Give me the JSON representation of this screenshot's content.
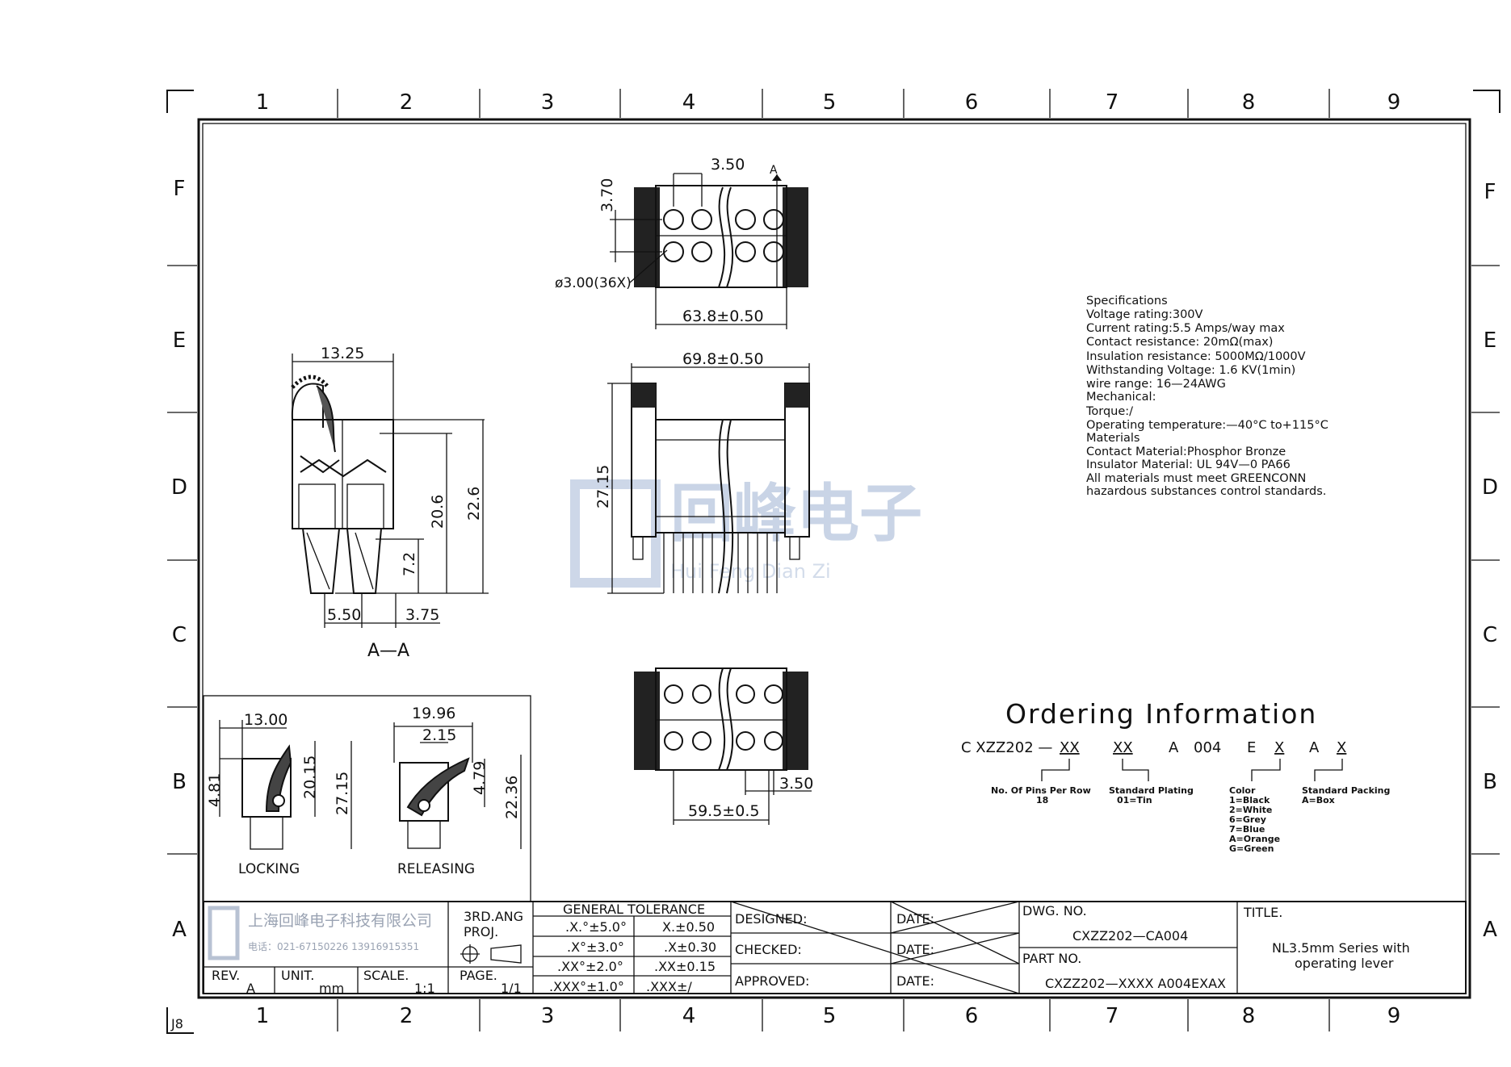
{
  "grid": {
    "columns": [
      "1",
      "2",
      "3",
      "4",
      "5",
      "6",
      "7",
      "8",
      "9"
    ],
    "rows": [
      "F",
      "E",
      "D",
      "C",
      "B",
      "A"
    ],
    "sheet_code": "J8"
  },
  "top_view": {
    "dim_pitch": "3.50",
    "dim_row_pitch": "3.70",
    "section_mark": "A",
    "dim_hole": "ø3.00(36X)",
    "dim_width": "63.8±0.50"
  },
  "front_view": {
    "dim_overall": "69.8±0.50",
    "dim_height": "27.15"
  },
  "bottom_view": {
    "dim_pitch": "3.50",
    "dim_width": "59.5±0.5"
  },
  "section_view": {
    "dim_width": "13.25",
    "dim_h1": "20.6",
    "dim_h2": "22.6",
    "dim_h3": "7.2",
    "dim_pin1": "5.50",
    "dim_pin2": "3.75",
    "label": "A—A"
  },
  "lever_views": {
    "locking": {
      "dim_w": "13.00",
      "dim_a": "4.81",
      "dim_b": "20.15",
      "dim_c": "27.15",
      "label": "LOCKING"
    },
    "releasing": {
      "dim_w": "19.96",
      "dim_w2": "2.15",
      "dim_a": "4.79",
      "dim_b": "22.36",
      "label": "RELEASING"
    }
  },
  "specs": [
    "Specifications",
    "Voltage rating:300V",
    "Current rating:5.5 Amps/way max",
    "Contact resistance: 20mΩ(max)",
    "Insulation resistance: 5000MΩ/1000V",
    "Withstanding Voltage: 1.6 KV(1min)",
    "wire range: 16—24AWG",
    "Mechanical:",
    "Torque:/",
    "Operating temperature:—40°C to+115°C",
    "Materials",
    "Contact Material:Phosphor Bronze",
    "Insulator Material: UL 94V—0 PA66",
    "All materials must meet GREENCONN",
    "hazardous substances control standards."
  ],
  "ordering": {
    "title": "Ordering Information",
    "code_parts": [
      "C XZZ202 —",
      "XX",
      "XX",
      "A",
      "004",
      "E",
      "X",
      "A",
      "X"
    ],
    "pins_label": "No. Of Pins Per Row",
    "pins_value": "18",
    "plating_label": "Standard Plating",
    "plating_value": "01=Tin",
    "color_label": "Color",
    "color_options": [
      "1=Black",
      "2=White",
      "6=Grey",
      "7=Blue",
      "A=Orange",
      "G=Green"
    ],
    "packing_label": "Standard Packing",
    "packing_value": "A=Box"
  },
  "watermark": {
    "text": "回峰电子",
    "romanized": "Hui Feng Dian Zi"
  },
  "title_block": {
    "company": "上海回峰电子科技有限公司",
    "phone": "电话：021-67150226 13916915351",
    "rev_label": "REV.",
    "rev_value": "A",
    "unit_label": "UNIT.",
    "unit_value": "mm",
    "scale_label": "SCALE.",
    "scale_value": "1:1",
    "proj_label1": "3RD.ANG",
    "proj_label2": "PROJ.",
    "page_label": "PAGE.",
    "page_value": "1/1",
    "tolerance_title": "GENERAL TOLERANCE",
    "tolerances": [
      [
        ".X.°±5.0°",
        "X.±0.50"
      ],
      [
        ".X°±3.0°",
        ".X±0.30"
      ],
      [
        ".XX°±2.0°",
        ".XX±0.15"
      ],
      [
        ".XXX°±1.0°",
        ".XXX±/"
      ]
    ],
    "designed": "DESIGNED:",
    "checked": "CHECKED:",
    "approved": "APPROVED:",
    "date": "DATE:",
    "dwg_label": "DWG. NO.",
    "dwg_value": "CXZZ202—CA004",
    "part_label": "PART NO.",
    "part_value": "CXZZ202—XXXX A004EXAX",
    "title_label": "TITLE.",
    "title_line1": "NL3.5mm Series with",
    "title_line2": "operating lever"
  }
}
